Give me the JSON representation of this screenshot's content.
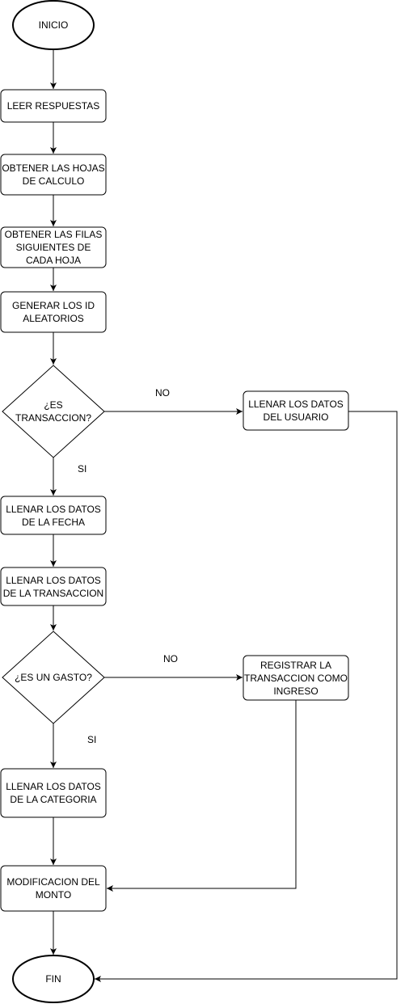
{
  "nodes": {
    "inicio": "INICIO",
    "leer": "LEER RESPUESTAS",
    "obtener_hojas": "OBTENER LAS HOJAS\nDE CALCULO",
    "obtener_filas": "OBTENER LAS FILAS\nSIGUIENTES DE\nCADA HOJA",
    "generar_id": "GENERAR LOS ID\nALEATORIOS",
    "es_transaccion": "¿ES\nTRANSACCION?",
    "llenar_usuario": "LLENAR LOS DATOS\nDEL USUARIO",
    "llenar_fecha": "LLENAR LOS DATOS\nDE LA FECHA",
    "llenar_transaccion": "LLENAR LOS DATOS\nDE LA TRANSACCION",
    "es_gasto": "¿ES UN GASTO?",
    "registrar_ingreso": "REGISTRAR LA\nTRANSACCION COMO\nINGRESO",
    "llenar_categoria": "LLENAR LOS DATOS\nDE LA CATEGORIA",
    "modificacion_monto": "MODIFICACION DEL\nMONTO",
    "fin": "FIN"
  },
  "edge_labels": {
    "transaccion_no": "NO",
    "transaccion_si": "SI",
    "gasto_no": "NO",
    "gasto_si": "SI"
  }
}
